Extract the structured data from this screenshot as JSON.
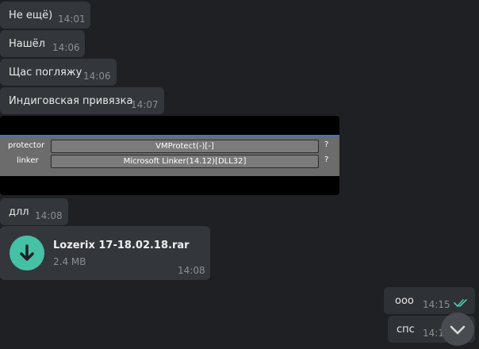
{
  "messages": [
    {
      "text": "Не ещё)",
      "time": "14:01"
    },
    {
      "text": "Нашёл",
      "time": "14:06"
    },
    {
      "text": "Щас погляжу",
      "time": "14:06"
    },
    {
      "text": "Индиговская привязка",
      "time": "14:07"
    },
    {
      "text": "длл",
      "time": "14:08"
    }
  ],
  "screenshot": {
    "rows": [
      {
        "label": "protector",
        "value": "VMProtect(-)[-]",
        "q": "?"
      },
      {
        "label": "linker",
        "value": "Microsoft Linker(14.12)[DLL32]",
        "q": "?"
      }
    ]
  },
  "file": {
    "name": "Lozerix 17-18.02.18.rar",
    "size": "2.4 MB",
    "time": "14:08",
    "icon": "download-arrow-icon"
  },
  "outgoing": [
    {
      "text": "ооо",
      "time": "14:15",
      "status_icon": "double-check-icon",
      "status_color": "#4ec9b0"
    },
    {
      "text": "спс",
      "time": "14:1"
    }
  ],
  "scroll_down_icon": "chevron-down-icon"
}
